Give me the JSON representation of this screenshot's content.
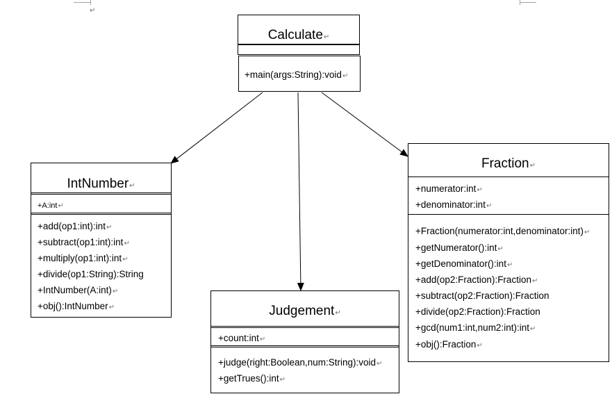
{
  "pilcrow": "↵",
  "classes": {
    "calculate": {
      "name": "Calculate",
      "methods": [
        "+main(args:String):void"
      ]
    },
    "intnumber": {
      "name": "IntNumber",
      "attributes": [
        "+A:int"
      ],
      "methods": [
        "+add(op1:int):int",
        "+subtract(op1:int):int",
        "+multiply(op1:int):int",
        "+divide(op1:String):String",
        "+IntNumber(A:int)",
        "+obj():IntNumber"
      ]
    },
    "judgement": {
      "name": "Judgement",
      "attributes": [
        "+count:int"
      ],
      "methods": [
        "+judge(right:Boolean,num:String):void",
        "+getTrues():int"
      ]
    },
    "fraction": {
      "name": "Fraction",
      "attributes": [
        "+numerator:int",
        "+denominator:int"
      ],
      "methods": [
        "+Fraction(numerator:int,denominator:int)",
        "+getNumerator():int",
        "+getDenominator():int",
        "+add(op2:Fraction):Fraction",
        "+subtract(op2:Fraction):Fraction",
        "+divide(op2:Fraction):Fraction",
        "+gcd(num1:int,num2:int):int",
        "+obj():Fraction"
      ]
    }
  }
}
